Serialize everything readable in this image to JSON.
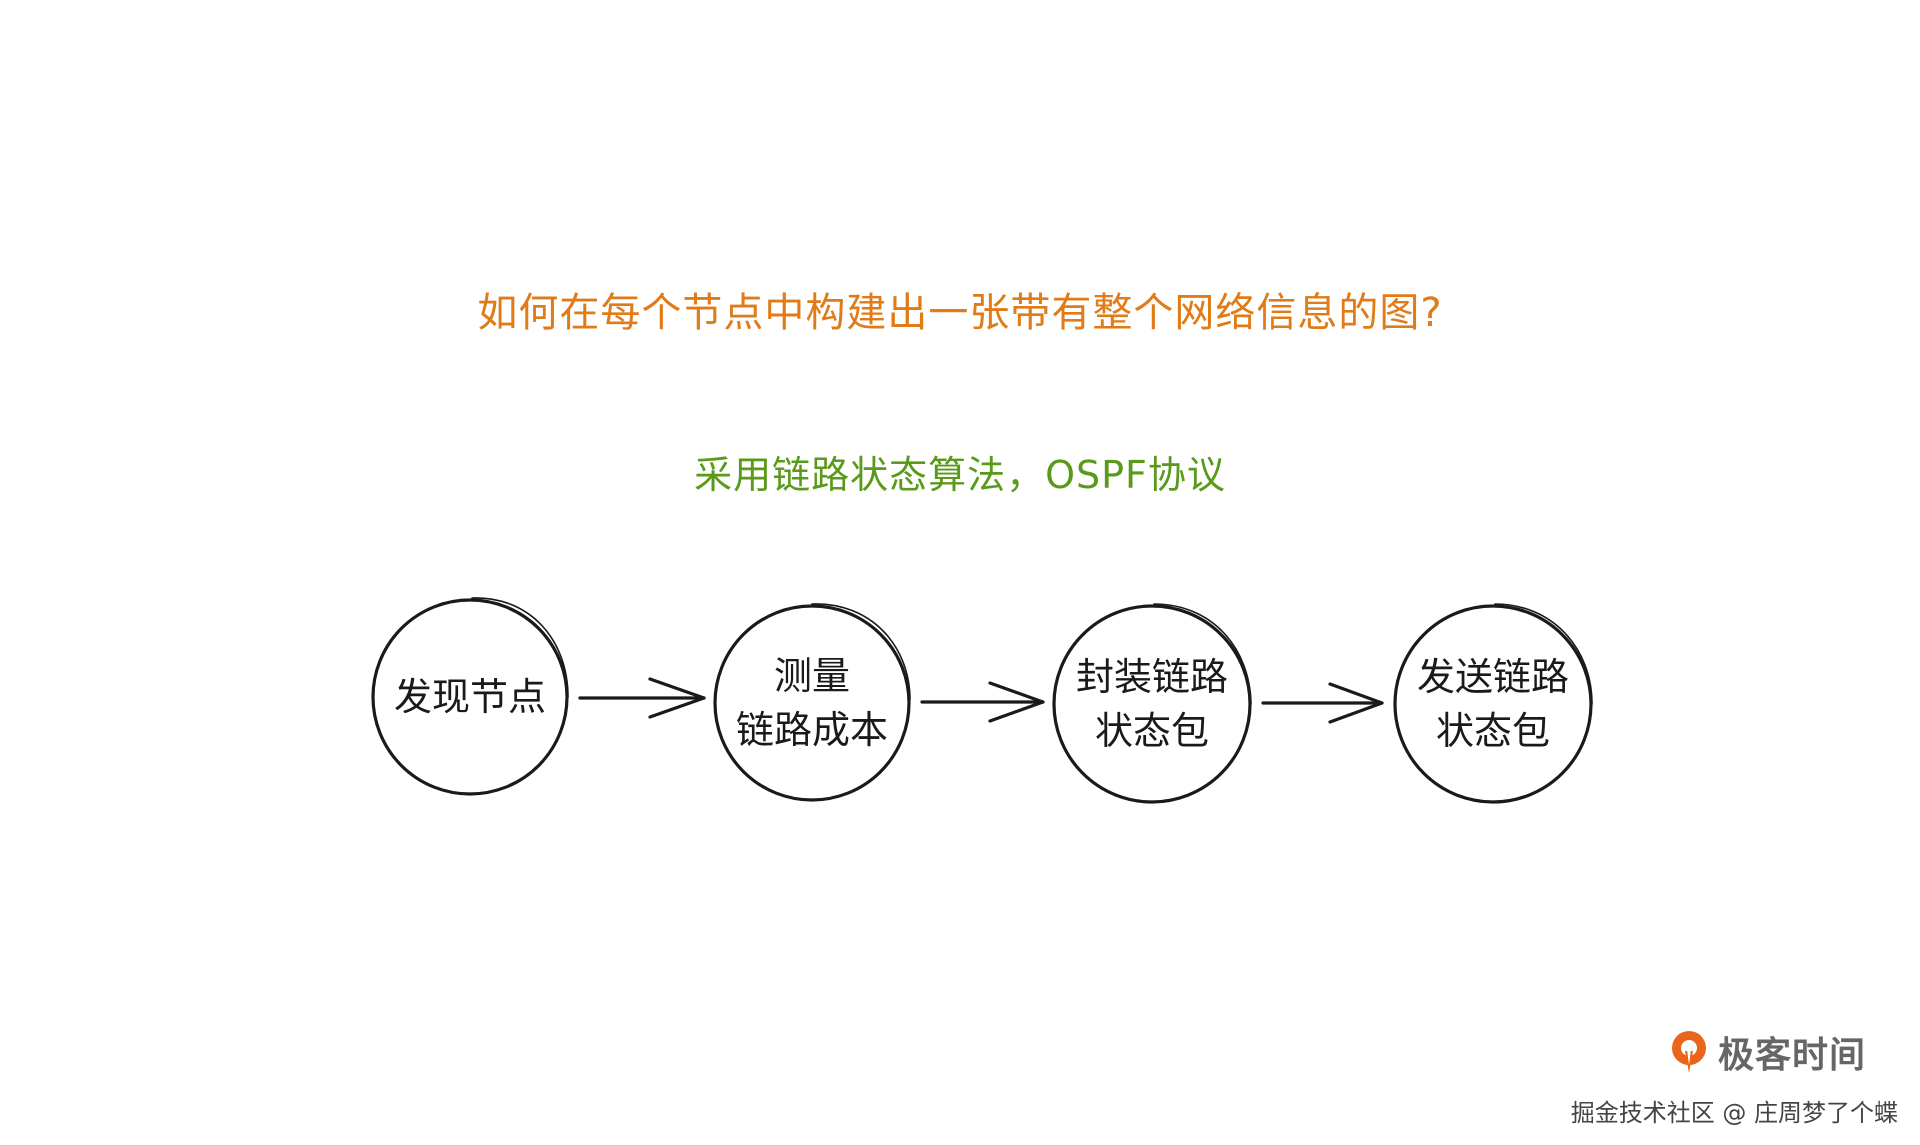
{
  "question": "如何在每个节点中构建出一张带有整个网络信息的图?",
  "answer": "采用链路状态算法，OSPF协议",
  "nodes": [
    {
      "line1": "发现节点",
      "line2": ""
    },
    {
      "line1": "测量",
      "line2": "链路成本"
    },
    {
      "line1": "封装链路",
      "line2": "状态包"
    },
    {
      "line1": "发送链路",
      "line2": "状态包"
    }
  ],
  "brand": {
    "name": "极客时间",
    "logo": "geektime-logo-icon"
  },
  "watermark": "掘金技术社区 @ 庄周梦了个蝶",
  "colors": {
    "question": "#e07b17",
    "answer": "#5a9a1a",
    "stroke": "#1a1a1a",
    "brand_orange": "#e8651a"
  }
}
